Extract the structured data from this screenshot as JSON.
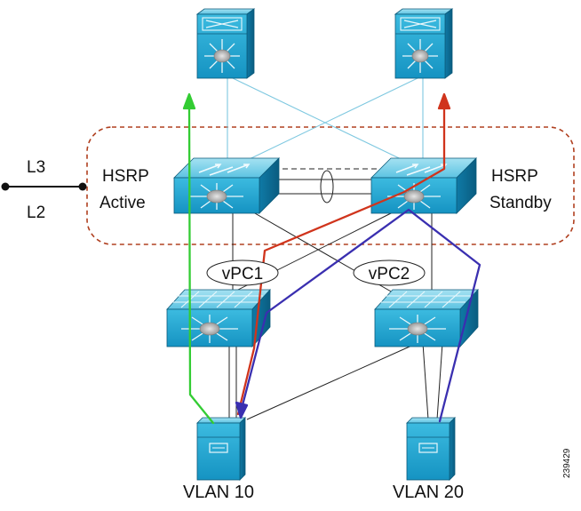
{
  "labels": {
    "l3": "L3",
    "l2": "L2",
    "hsrp_active_line1": "HSRP",
    "hsrp_active_line2": "Active",
    "hsrp_standby_line1": "HSRP",
    "hsrp_standby_line2": "Standby",
    "vpc1": "vPC1",
    "vpc2": "vPC2",
    "vlan10": "VLAN 10",
    "vlan20": "VLAN 20",
    "figure_id": "239429"
  },
  "colors": {
    "device_face": "#1fa6cf",
    "device_side": "#0d6f99",
    "device_top": "#7fd3ea",
    "link_core": "#7ec8e0",
    "link_black": "#222222",
    "path_green": "#33cc33",
    "path_red": "#d0341c",
    "path_blue": "#3a2fb0",
    "boundary": "#b04020"
  }
}
